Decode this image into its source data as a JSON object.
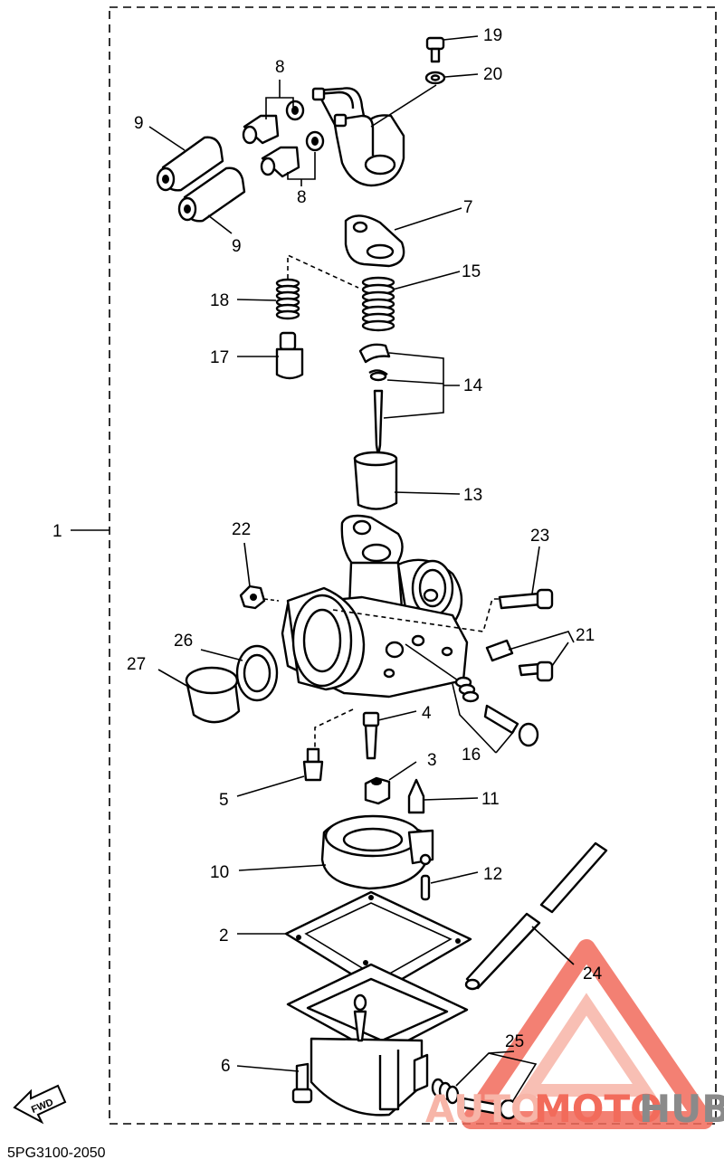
{
  "diagram": {
    "title_code": "5PG3100-2050",
    "fwd_label": "FWD",
    "labels": {
      "l1": "1",
      "l2": "2",
      "l3": "3",
      "l4": "4",
      "l5": "5",
      "l6": "6",
      "l7": "7",
      "l8a": "8",
      "l8b": "8",
      "l9a": "9",
      "l9b": "9",
      "l10": "10",
      "l11": "11",
      "l12": "12",
      "l13": "13",
      "l14": "14",
      "l15": "15",
      "l16": "16",
      "l17": "17",
      "l18": "18",
      "l19": "19",
      "l20": "20",
      "l21": "21",
      "l22": "22",
      "l23": "23",
      "l24": "24",
      "l25": "25",
      "l26": "26",
      "l27": "27"
    }
  },
  "watermark": {
    "part1": "AUTO",
    "part2": "MOTO",
    "part3": "HUB",
    "color_primary": "#f26b5b",
    "color_secondary": "#f7b5a8",
    "color_gray": "#8a8a8a"
  }
}
